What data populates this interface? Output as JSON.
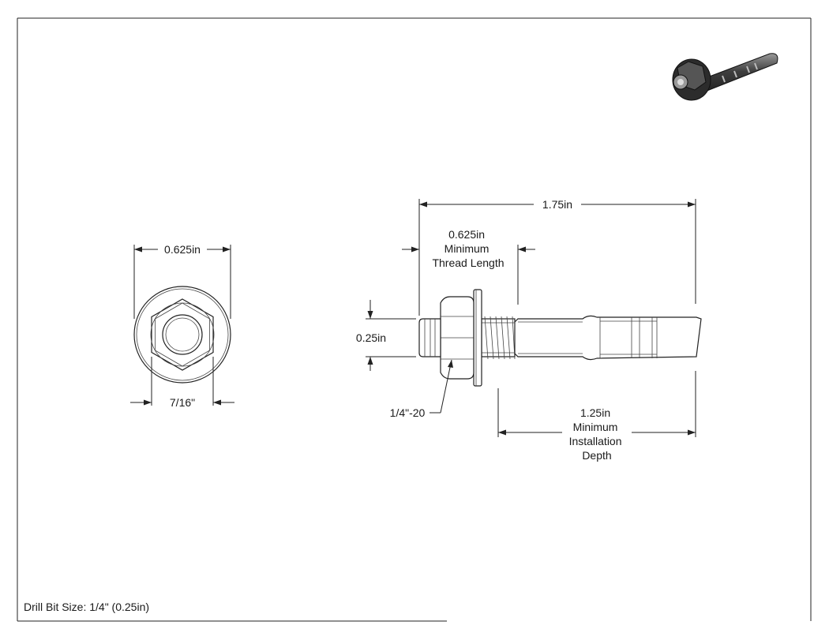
{
  "front_view": {
    "width_label": "0.625in",
    "hex_label": "7/16\""
  },
  "side_view": {
    "overall_length": "1.75in",
    "thread_length": [
      "0.625in",
      "Minimum",
      "Thread Length"
    ],
    "diameter": "0.25in",
    "thread_spec": "1/4\"-20",
    "install_depth": [
      "1.25in",
      "Minimum",
      "Installation",
      "Depth"
    ]
  },
  "footer": {
    "drill_bit": "Drill Bit Size: 1/4\" (0.25in)"
  },
  "thumbnail": {
    "icon": "anchor-bolt-isometric-icon"
  }
}
